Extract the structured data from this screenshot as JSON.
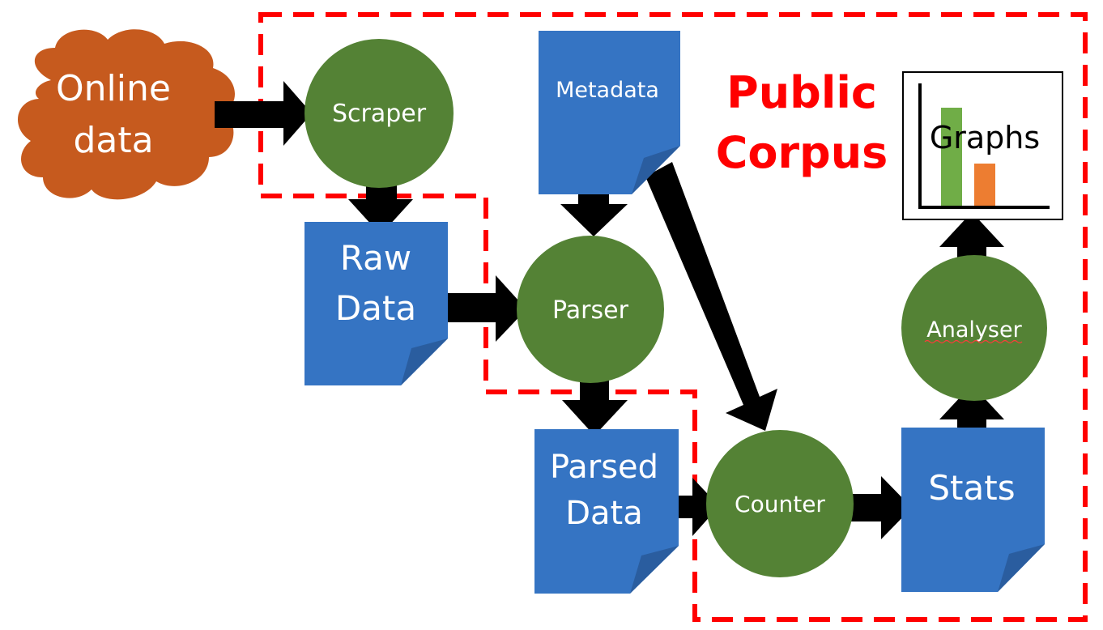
{
  "colors": {
    "cloud": "#c65a1e",
    "process": "#548235",
    "document": "#3574c3",
    "document_fold": "#2a5d9f",
    "arrow": "#000000",
    "boundary": "#ff0000",
    "title": "#ff0000",
    "bar_green": "#70ad47",
    "bar_orange": "#ed7d31"
  },
  "source": {
    "line1": "Online",
    "line2": "data"
  },
  "processes": {
    "scraper": "Scraper",
    "parser": "Parser",
    "counter": "Counter",
    "analyser": "Analyser"
  },
  "documents": {
    "metadata": "Metadata",
    "raw_data": {
      "line1": "Raw",
      "line2": "Data"
    },
    "parsed_data": {
      "line1": "Parsed",
      "line2": "Data"
    },
    "stats": "Stats"
  },
  "boundary_title": {
    "line1": "Public",
    "line2": "Corpus"
  },
  "graphs": {
    "label": "Graphs",
    "icon": "bar-chart-icon"
  }
}
